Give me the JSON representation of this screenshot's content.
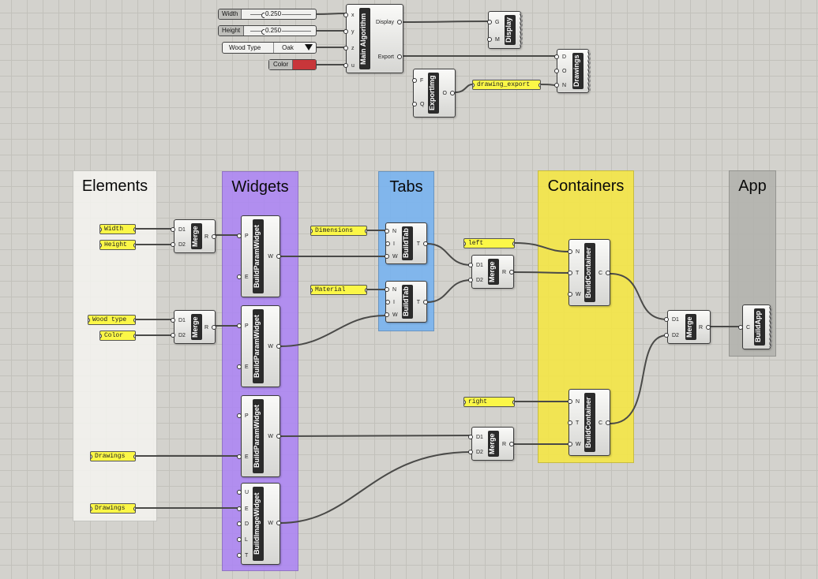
{
  "colors": {
    "canvas": "#d3d2cd",
    "wire": "#4a4a48",
    "panel": "#fbf747",
    "elements_group": "#efeeea",
    "widgets_group": "#b08ef0",
    "tabs_group": "#7db6ee",
    "containers_group": "#f0e44a",
    "app_group": "#b7b7b3",
    "color_swatch": "#c8363a"
  },
  "groups": [
    {
      "id": "elements",
      "title": "Elements"
    },
    {
      "id": "widgets",
      "title": "Widgets"
    },
    {
      "id": "tabs",
      "title": "Tabs"
    },
    {
      "id": "containers",
      "title": "Containers"
    },
    {
      "id": "app",
      "title": "App"
    }
  ],
  "inputs": {
    "sliders": [
      {
        "id": "width",
        "name": "Width",
        "value": "0.250"
      },
      {
        "id": "height",
        "name": "Height",
        "value": "0.250"
      }
    ],
    "value_list": {
      "name": "Wood Type",
      "value": "Oak"
    },
    "swatch": {
      "name": "Color"
    }
  },
  "panels": [
    {
      "id": "p_width",
      "text": "Width"
    },
    {
      "id": "p_height",
      "text": "Height"
    },
    {
      "id": "p_woodtype",
      "text": "Wood type"
    },
    {
      "id": "p_color",
      "text": "Color"
    },
    {
      "id": "p_drawings1",
      "text": "Drawings"
    },
    {
      "id": "p_drawings2",
      "text": "Drawings"
    },
    {
      "id": "p_dimensions",
      "text": "Dimensions"
    },
    {
      "id": "p_material",
      "text": "Material"
    },
    {
      "id": "p_left",
      "text": "left"
    },
    {
      "id": "p_right",
      "text": "right"
    },
    {
      "id": "p_export",
      "text": "drawing_export"
    }
  ],
  "components": [
    {
      "id": "main",
      "label": "Main Algorithm",
      "inputs": [
        "x",
        "y",
        "z",
        "u"
      ],
      "outputs": [
        "Display",
        "Export"
      ]
    },
    {
      "id": "display",
      "label": "Display",
      "inputs": [
        "G",
        "M"
      ],
      "outputs": []
    },
    {
      "id": "drawings",
      "label": "Drawings",
      "inputs": [
        "D",
        "O",
        "N"
      ],
      "outputs": []
    },
    {
      "id": "exportimg",
      "label": "ExportImg",
      "inputs": [
        "F",
        "Q"
      ],
      "outputs": [
        "O"
      ]
    },
    {
      "id": "merge1",
      "label": "Merge",
      "inputs": [
        "D1",
        "D2"
      ],
      "outputs": [
        "R"
      ]
    },
    {
      "id": "merge2",
      "label": "Merge",
      "inputs": [
        "D1",
        "D2"
      ],
      "outputs": [
        "R"
      ]
    },
    {
      "id": "bpw1",
      "label": "BuildParamWidget",
      "inputs": [
        "P",
        "E"
      ],
      "outputs": [
        "W"
      ]
    },
    {
      "id": "bpw2",
      "label": "BuildParamWidget",
      "inputs": [
        "P",
        "E"
      ],
      "outputs": [
        "W"
      ]
    },
    {
      "id": "bpw3",
      "label": "BuildParamWidget",
      "inputs": [
        "P",
        "E"
      ],
      "outputs": [
        "W"
      ]
    },
    {
      "id": "biw",
      "label": "BuildImageWidget",
      "inputs": [
        "U",
        "E",
        "D",
        "L",
        "T"
      ],
      "outputs": [
        "W"
      ]
    },
    {
      "id": "tab1",
      "label": "BuildTab",
      "inputs": [
        "N",
        "I",
        "W"
      ],
      "outputs": [
        "T"
      ]
    },
    {
      "id": "tab2",
      "label": "BuildTab",
      "inputs": [
        "N",
        "I",
        "W"
      ],
      "outputs": [
        "T"
      ]
    },
    {
      "id": "merge3",
      "label": "Merge",
      "inputs": [
        "D1",
        "D2"
      ],
      "outputs": [
        "R"
      ]
    },
    {
      "id": "merge4",
      "label": "Merge",
      "inputs": [
        "D1",
        "D2"
      ],
      "outputs": [
        "R"
      ]
    },
    {
      "id": "cont1",
      "label": "BuildContainer",
      "inputs": [
        "N",
        "T",
        "W"
      ],
      "outputs": [
        "C"
      ]
    },
    {
      "id": "cont2",
      "label": "BuildContainer",
      "inputs": [
        "N",
        "T",
        "W"
      ],
      "outputs": [
        "C"
      ]
    },
    {
      "id": "merge5",
      "label": "Merge",
      "inputs": [
        "D1",
        "D2"
      ],
      "outputs": [
        "R"
      ]
    },
    {
      "id": "buildapp",
      "label": "BuildApp",
      "inputs": [
        "C"
      ],
      "outputs": []
    }
  ]
}
